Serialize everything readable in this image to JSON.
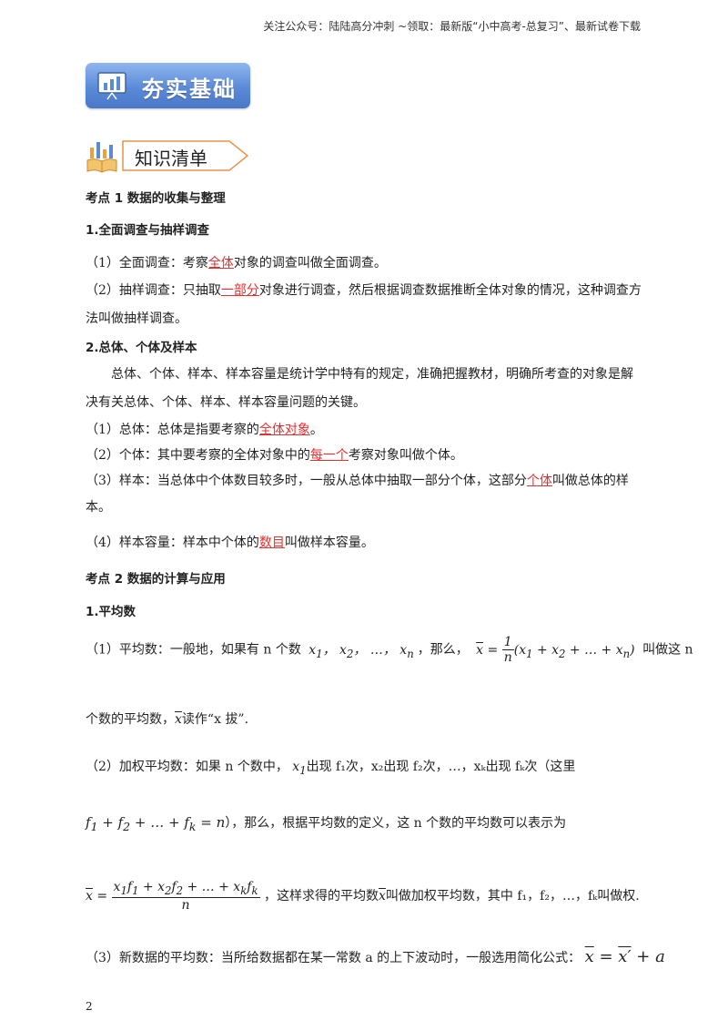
{
  "header_note": "关注公众号：陆陆高分冲刺  ~领取：最新版“小中高考-总复习”、最新试卷下载",
  "banner_title": "夯实基础",
  "section_tag": "知识清单",
  "kp1": {
    "title": "考点 1  数据的收集与整理",
    "s1_title": "1.全面调查与抽样调查",
    "p1_a": "（1）全面调查：考察",
    "p1_red": "全体",
    "p1_b": "对象的调查叫做全面调查。",
    "p2_a": "（2）抽样调查：只抽取",
    "p2_red": "一部分",
    "p2_b": "对象进行调查，然后根据调查数据推断全体对象的情况，这种调查方",
    "p2_c": "法叫做抽样调查。",
    "s2_title": "2.总体、个体及样本",
    "intro_1": "总体、个体、样本、样本容量是统计学中特有的规定，准确把握教材，明确所考查的对象是解",
    "intro_2": "决有关总体、个体、样本、样本容量问题的关键。",
    "q1_a": "（1）总体：总体是指要考察的",
    "q1_red": "全体对象",
    "q1_b": "。",
    "q2_a": "（2）个体：其中要考察的全体对象中的",
    "q2_red": "每一个",
    "q2_b": "考察对象叫做个体。",
    "q3_a": "（3）样本：当总体中个体数目较多时，一般从总体中抽取一部分个体，这部分",
    "q3_red": "个体",
    "q3_b": "叫做总体的样",
    "q3_c": "本。",
    "q4_a": "（4）样本容量：样本中个体的",
    "q4_red": "数目",
    "q4_b": "叫做样本容量。"
  },
  "kp2": {
    "title": "考点 2  数据的计算与应用",
    "s1_title": "1.平均数",
    "m1_a": "（1）平均数：一般地，如果有 n 个数",
    "m1_b": "，那么，",
    "m1_c": "叫做这 n",
    "m1_d": "个数的平均数，",
    "m1_e": "读作“x 拔”.",
    "m2_a": "（2）加权平均数：如果 n 个数中，",
    "m2_b": "出现 f₁次，x₂出现 f₂次，…，xₖ出现 fₖ次（这里",
    "m2_c": "），那么，根据平均数的定义，这 n 个数的平均数可以表示为",
    "m2_d": "，这样求得的平均数",
    "m2_e": "叫做加权平均数，其中 f₁，f₂，…，fₖ叫做权.",
    "m3_a": "（3）新数据的平均数：当所给数据都在某一常数 a 的上下波动时，一般选用简化公式："
  },
  "page_number": "2"
}
